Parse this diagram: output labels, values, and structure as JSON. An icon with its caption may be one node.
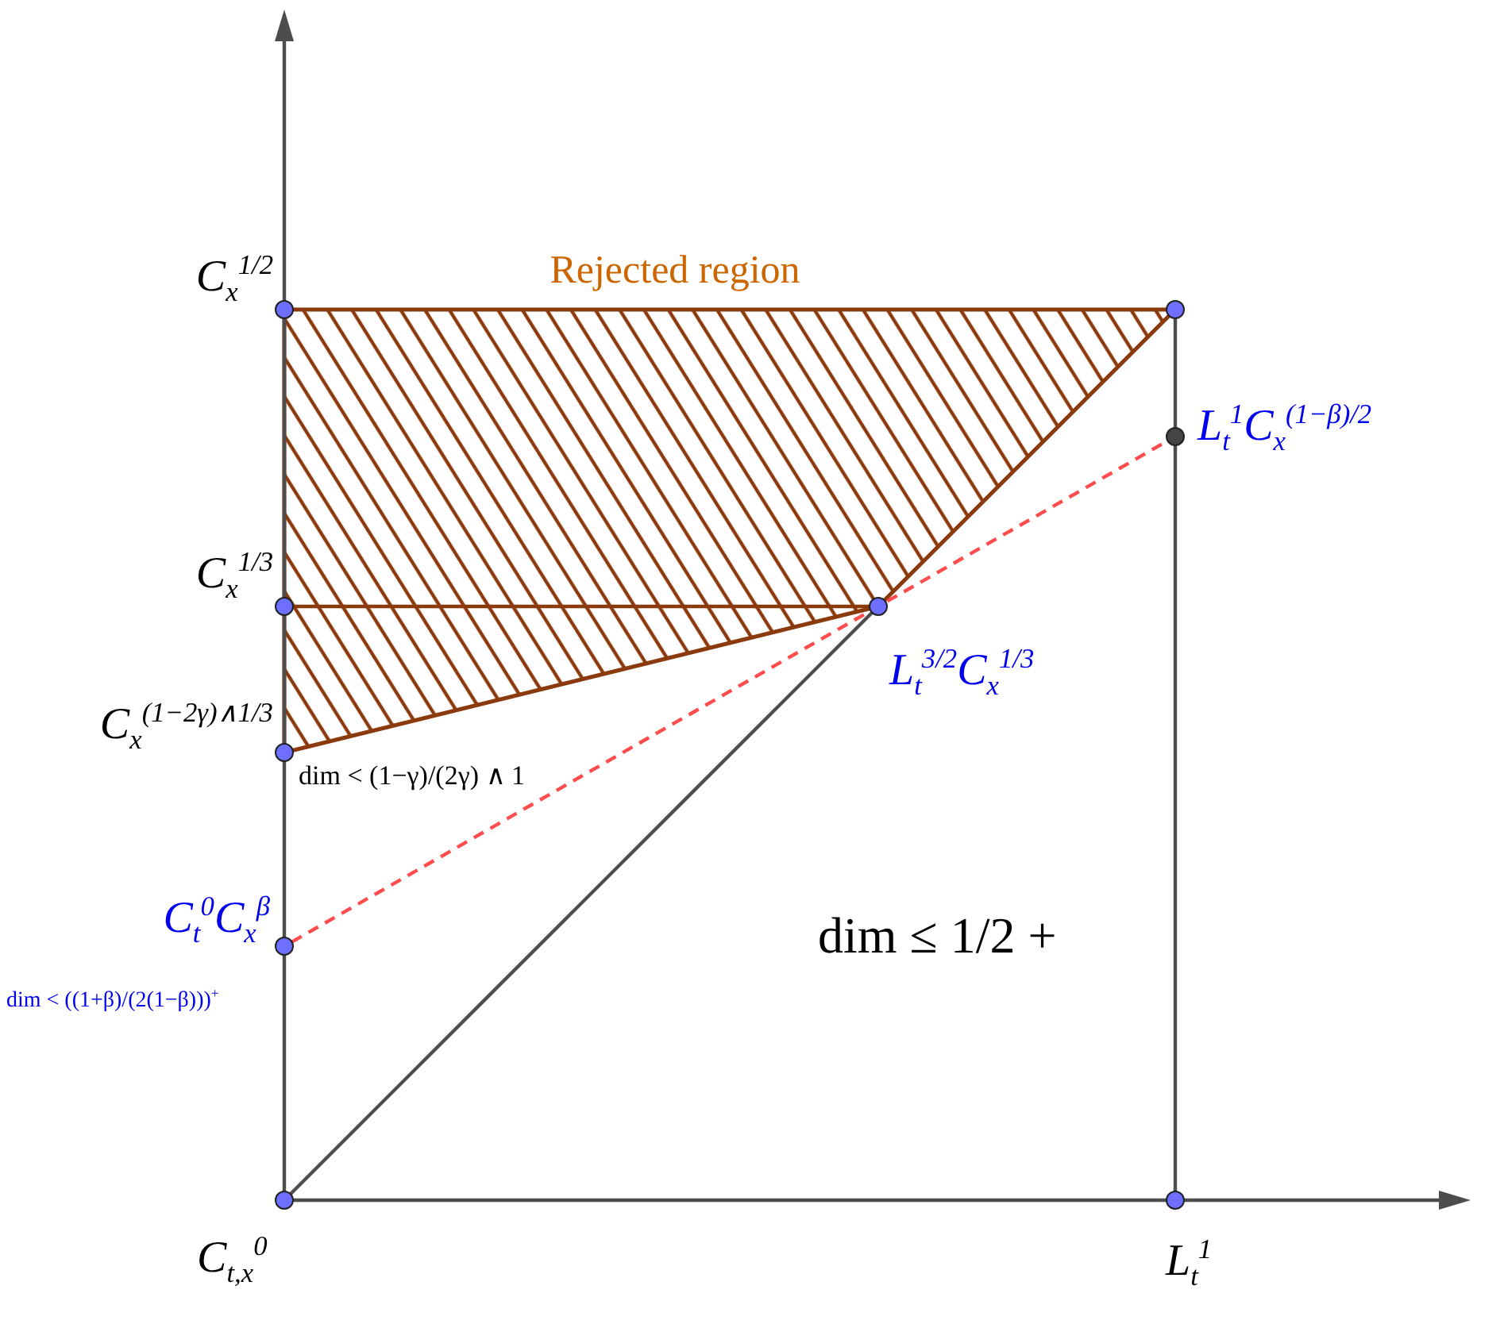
{
  "diagram": {
    "nodes": [
      {
        "text": [],
        "shape": "circle",
        "beside": [
          "C$_{x}$$^{1/2}$"
        ]
      },
      {
        "text": [],
        "shape": "circle"
      },
      {
        "text": [],
        "shape": "circle",
        "beside": [
          "L$_{t}$$^{1}$C$_{x}$$^{(1−β)/2}$"
        ]
      },
      {
        "text": [],
        "shape": "circle",
        "beside": [
          "C$_{x}$$^{1/3}$"
        ]
      },
      {
        "text": [],
        "shape": "circle",
        "beside": [
          "L$_{t}$$^{3/2}$C$_{x}$$^{1/3}$"
        ]
      },
      {
        "text": [],
        "shape": "circle",
        "beside": [
          "C$_{x}$$^{(1−2γ)∧1/3}$"
        ]
      },
      {
        "text": [],
        "shape": "circle",
        "beside": [
          "C$_{t}$$^{0}$C$_{x}$$^{β}$"
        ]
      },
      {
        "text": [],
        "shape": "circle",
        "beside": [
          "C$_{t,x}$$^{0}$"
        ]
      },
      {
        "text": [],
        "shape": "circle",
        "beside": [
          "L$_{t}$$^{1}$"
        ]
      }
    ],
    "edges": [
      {
        "from": 2,
        "to": 1,
        "arrow": "none"
      },
      {
        "from": 3,
        "to": 4,
        "arrow": "none",
        "color": "#8b3a0e"
      },
      {
        "from": 6,
        "to": 2,
        "arrow": "none",
        "style": "dashed",
        "color": "#ff4d4d"
      },
      {
        "from": 7,
        "to": 4,
        "arrow": "none"
      },
      {
        "from": 8,
        "to": 2,
        "arrow": "none"
      }
    ],
    "labels": [
      "Rejected region",
      "dim < (1−γ)/(2γ) ∧ 1",
      "dim ≤ 1/2 +",
      "dim < ((1+β)/(2(1−β)))$^{+}$"
    ]
  }
}
